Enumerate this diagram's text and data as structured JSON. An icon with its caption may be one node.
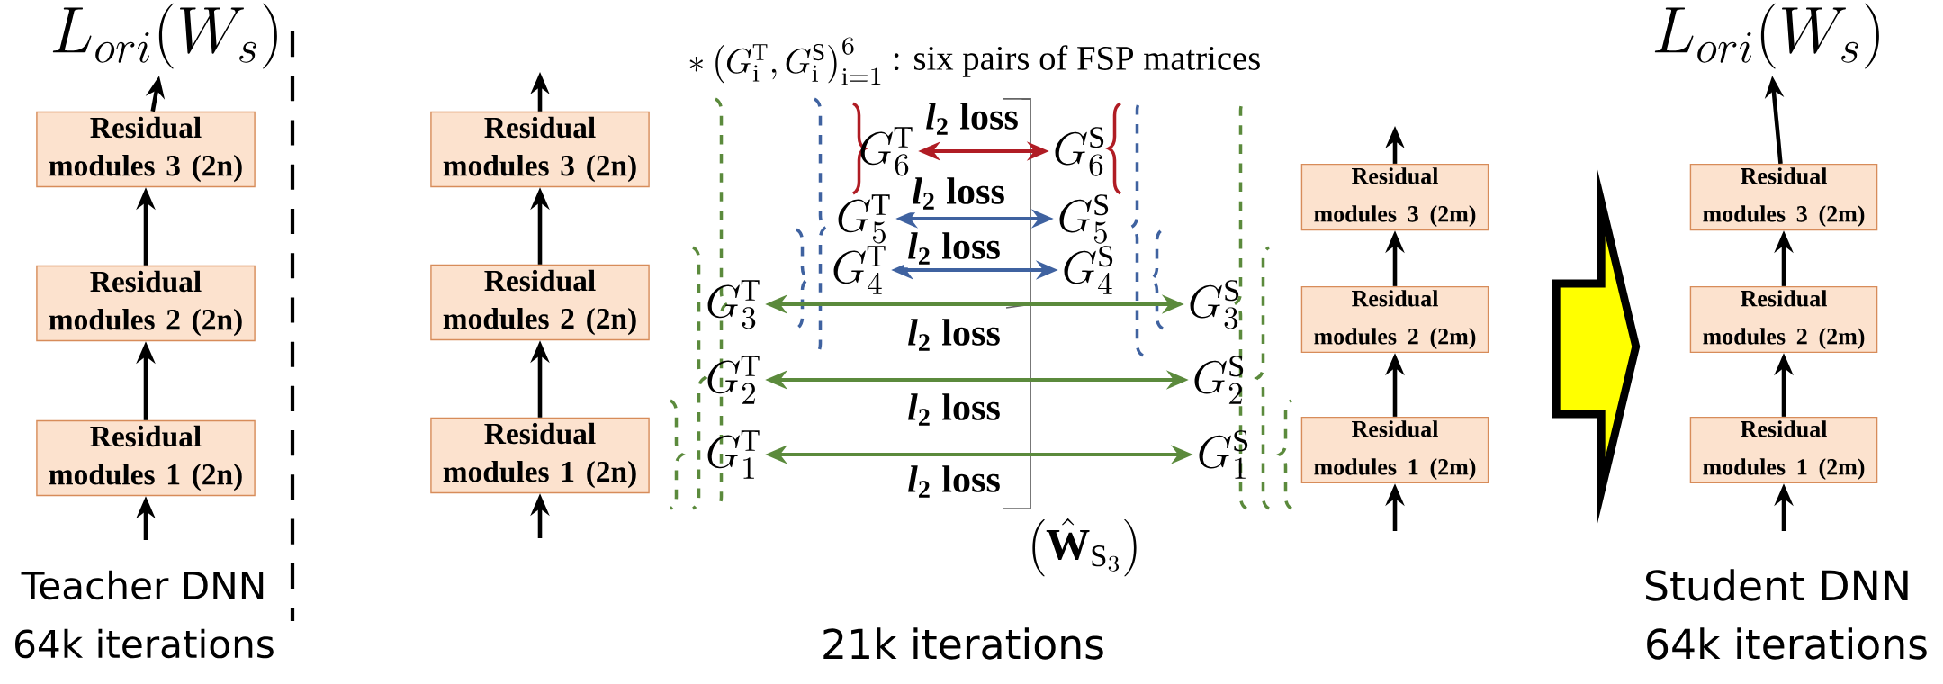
{
  "diagram": {
    "nodes": [
      {
        "text": [
          "L_{ori}(W_s)"
        ]
      },
      {
        "text": [
          "Residual modules 3 (2n)"
        ]
      },
      {
        "text": [
          "Residual modules 2 (2n)"
        ]
      },
      {
        "text": [
          "Residual modules 1 (2n)"
        ]
      },
      {
        "text": [
          "Residual modules 3 (2n)"
        ]
      },
      {
        "text": [
          "Residual modules 2 (2n)"
        ]
      },
      {
        "text": [
          "Residual modules 1 (2n)"
        ]
      },
      {
        "text": [
          "G_6^{\\mathrm{T}}"
        ]
      },
      {
        "text": [
          "G_5^{\\mathrm{T}}"
        ]
      },
      {
        "text": [
          "G_4^{\\mathrm{T}}"
        ]
      },
      {
        "text": [
          "G_3^{\\mathrm{T}}"
        ]
      },
      {
        "text": [
          "G_2^{\\mathrm{T}}"
        ]
      },
      {
        "text": [
          "G_1^{\\mathrm{T}}"
        ]
      },
      {
        "text": [
          "G_6^{\\mathrm{S}}"
        ]
      },
      {
        "text": [
          "G_5^{\\mathrm{S}}"
        ]
      },
      {
        "text": [
          "G_4^{\\mathrm{S}}"
        ]
      },
      {
        "text": [
          "G_3^{\\mathrm{S}}"
        ]
      },
      {
        "text": [
          "G_2^{\\mathrm{S}}"
        ]
      },
      {
        "text": [
          "G_1^{\\mathrm{S}}"
        ]
      },
      {
        "text": [
          "Residual modules 3 (2m)"
        ]
      },
      {
        "text": [
          "Residual modules 2 (2m)"
        ]
      },
      {
        "text": [
          "Residual modules 1 (2m)"
        ]
      },
      {
        "text": [
          "L_{ori}(W_s)"
        ]
      },
      {
        "text": [
          "Residual modules 3 (2m)"
        ]
      },
      {
        "text": [
          "Residual modules 2 (2m)"
        ]
      },
      {
        "text": [
          "Residual modules 1 (2m)"
        ]
      }
    ],
    "edges": [
      {
        "from": null,
        "to": 3,
        "arrow": "to"
      },
      {
        "from": 3,
        "to": 2,
        "arrow": "to"
      },
      {
        "from": 2,
        "to": 1,
        "arrow": "to"
      },
      {
        "from": 1,
        "to": 0,
        "arrow": "to"
      },
      {
        "from": null,
        "to": 6,
        "arrow": "to"
      },
      {
        "from": 6,
        "to": 5,
        "arrow": "to"
      },
      {
        "from": 5,
        "to": 4,
        "arrow": "to"
      },
      {
        "from": 4,
        "to": null,
        "arrow": "to"
      },
      {
        "from": 7,
        "to": 13,
        "arrow": "both",
        "label": "*l*$_{2}$ loss",
        "color": "#b01c24"
      },
      {
        "from": 8,
        "to": 14,
        "arrow": "both",
        "label": "*l*$_{2}$ loss",
        "color": "#3f62a0"
      },
      {
        "from": 9,
        "to": 15,
        "arrow": "both",
        "label": "*l*$_{2}$ loss",
        "color": "#3f62a0"
      },
      {
        "from": 10,
        "to": 16,
        "arrow": "both",
        "label": "*l*$_{2}$ loss",
        "color": "#5b8a3c"
      },
      {
        "from": 11,
        "to": 17,
        "arrow": "both",
        "label": "*l*$_{2}$ loss",
        "color": "#5b8a3c"
      },
      {
        "from": 12,
        "to": 18,
        "arrow": "both",
        "label": "*l*$_{2}$ loss",
        "color": "#5b8a3c"
      },
      {
        "from": null,
        "to": 21,
        "arrow": "to"
      },
      {
        "from": 21,
        "to": 20,
        "arrow": "to"
      },
      {
        "from": 20,
        "to": 19,
        "arrow": "to"
      },
      {
        "from": 19,
        "to": null,
        "arrow": "to"
      },
      {
        "from": 20,
        "to": 24,
        "arrow": "to",
        "style": "thick",
        "color": "#ffff00"
      },
      {
        "from": null,
        "to": 25,
        "arrow": "to"
      },
      {
        "from": 25,
        "to": 24,
        "arrow": "to"
      },
      {
        "from": 24,
        "to": 23,
        "arrow": "to"
      },
      {
        "from": 23,
        "to": 22,
        "arrow": "to"
      }
    ],
    "labels": [
      "* \\left(G_{\\mathrm{i}}^{\\mathrm{T}}, G_{\\mathrm{i}}^{\\mathrm{S}}\\right)_{\\mathrm{i}=1}^{6}",
      ": six pairs of FSP matrices",
      "\\left(\\hat{\\mathbf{W}}_{\\mathrm{S}_3}\\right)",
      "Teacher DNN",
      "64k iterations",
      "21k iterations",
      "Student DNN",
      "64k iterations"
    ]
  }
}
